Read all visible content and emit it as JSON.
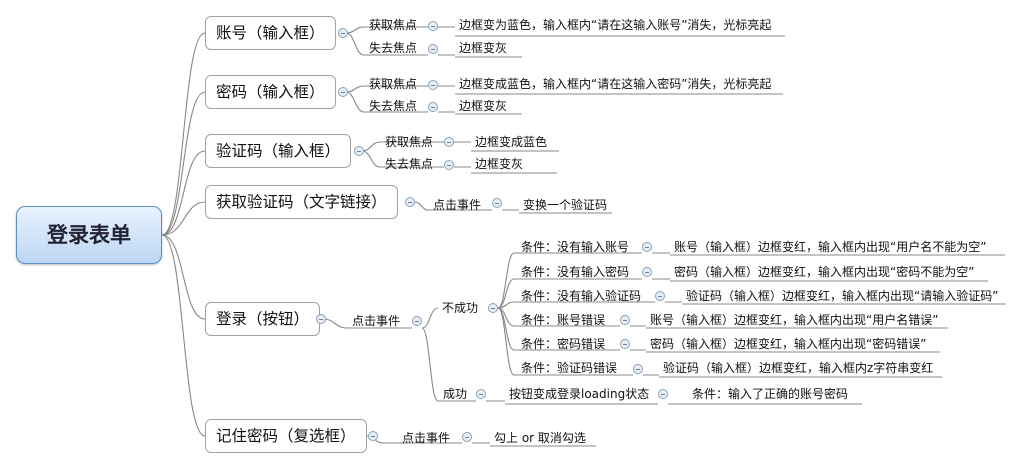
{
  "root": "登录表单",
  "branches": {
    "account": {
      "label": "账号（输入框）",
      "focus": "获取焦点",
      "focus_result": "边框变为蓝色，输入框内“请在这输入账号”消失，光标亮起",
      "blur": "失去焦点",
      "blur_result": "边框变灰"
    },
    "password": {
      "label": "密码（输入框）",
      "focus": "获取焦点",
      "focus_result": "边框变成蓝色，输入框内“请在这输入密码”消失，光标亮起",
      "blur": "失去焦点",
      "blur_result": "边框变灰"
    },
    "captcha": {
      "label": "验证码（输入框）",
      "focus": "获取焦点",
      "focus_result": "边框变成蓝色",
      "blur": "失去焦点",
      "blur_result": "边框变灰"
    },
    "get_captcha": {
      "label": "获取验证码（文字链接）",
      "event": "点击事件",
      "result": "变换一个验证码"
    },
    "login": {
      "label": "登录（按钮）",
      "event": "点击事件",
      "fail": "不成功",
      "conditions": [
        {
          "cond": "条件：没有输入账号",
          "result": "账号（输入框）边框变红，输入框内出现“用户名不能为空”"
        },
        {
          "cond": "条件：没有输入密码",
          "result": "密码（输入框）边框变红，输入框内出现“密码不能为空”"
        },
        {
          "cond": "条件：没有输入验证码",
          "result": "验证码（输入框）边框变红，输入框内出现“请输入验证码”"
        },
        {
          "cond": "条件：账号错误",
          "result": "账号（输入框）边框变红，输入框内出现“用户名错误”"
        },
        {
          "cond": "条件：密码错误",
          "result": "密码（输入框）边框变红，输入框内出现“密码错误”"
        },
        {
          "cond": "条件：验证码错误",
          "result": "验证码（输入框）边框变红，输入框内z字符串变红"
        }
      ],
      "success": "成功",
      "success_result": "按钮变成登录loading状态",
      "success_condition": "条件：输入了正确的账号密码"
    },
    "remember": {
      "label": "记住密码（复选框）",
      "event": "点击事件",
      "result": "勾上 or 取消勾选"
    }
  }
}
